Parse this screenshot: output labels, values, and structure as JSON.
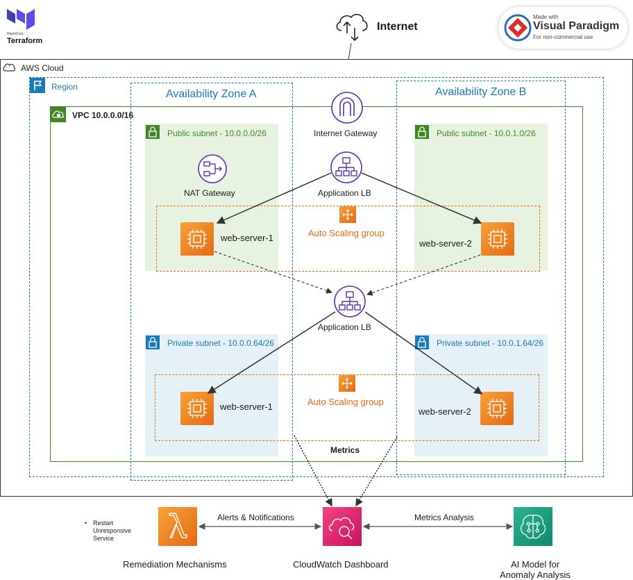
{
  "header": {
    "terraform_small": "HashiCorp",
    "terraform_name": "Terraform",
    "internet_label": "Internet",
    "vp_made_with": "Made with",
    "vp_brand": "Visual Paradigm",
    "vp_note": "For non-commercial use"
  },
  "aws": {
    "cloud_label": "AWS Cloud",
    "region_label": "Region",
    "az_a": "Availability Zone A",
    "az_b": "Availability Zone B",
    "vpc_label": "VPC 10.0.0.0/16",
    "public_subnet_a": "Public subnet - 10.0.0.0/26",
    "public_subnet_b": "Public subnet - 10.0.1.0/26",
    "private_subnet_a": "Private subnet - 10.0.0.64/26",
    "private_subnet_b": "Private subnet - 10.0.1.64/26",
    "internet_gateway": "Internet Gateway",
    "nat_gateway": "NAT Gateway",
    "alb_public": "Application LB",
    "alb_private": "Application LB",
    "asg_public": "Auto Scaling group",
    "asg_private": "Auto Scaling group",
    "web1_public": "web-server-1",
    "web2_public": "web-server-2",
    "web1_private": "web-server-1",
    "web2_private": "web-server-2",
    "metrics": "Metrics"
  },
  "bottom": {
    "restart_bullet": "Restart Unresponsive Service",
    "alerts_label": "Alerts & Notifications",
    "metrics_analysis_label": "Metrics Analysis",
    "remediation": "Remediation Mechanisms",
    "cloudwatch": "CloudWatch Dashboard",
    "ai_model": "AI Model for Anomaly Analysis"
  },
  "colors": {
    "aws_orange": "#e46a14",
    "aws_purple": "#5a30b5",
    "cloudwatch_pink": "#e7157b",
    "ml_teal": "#0f8a6f",
    "vpc_green": "#3f8624",
    "zone_blue": "#1b7ab8"
  }
}
